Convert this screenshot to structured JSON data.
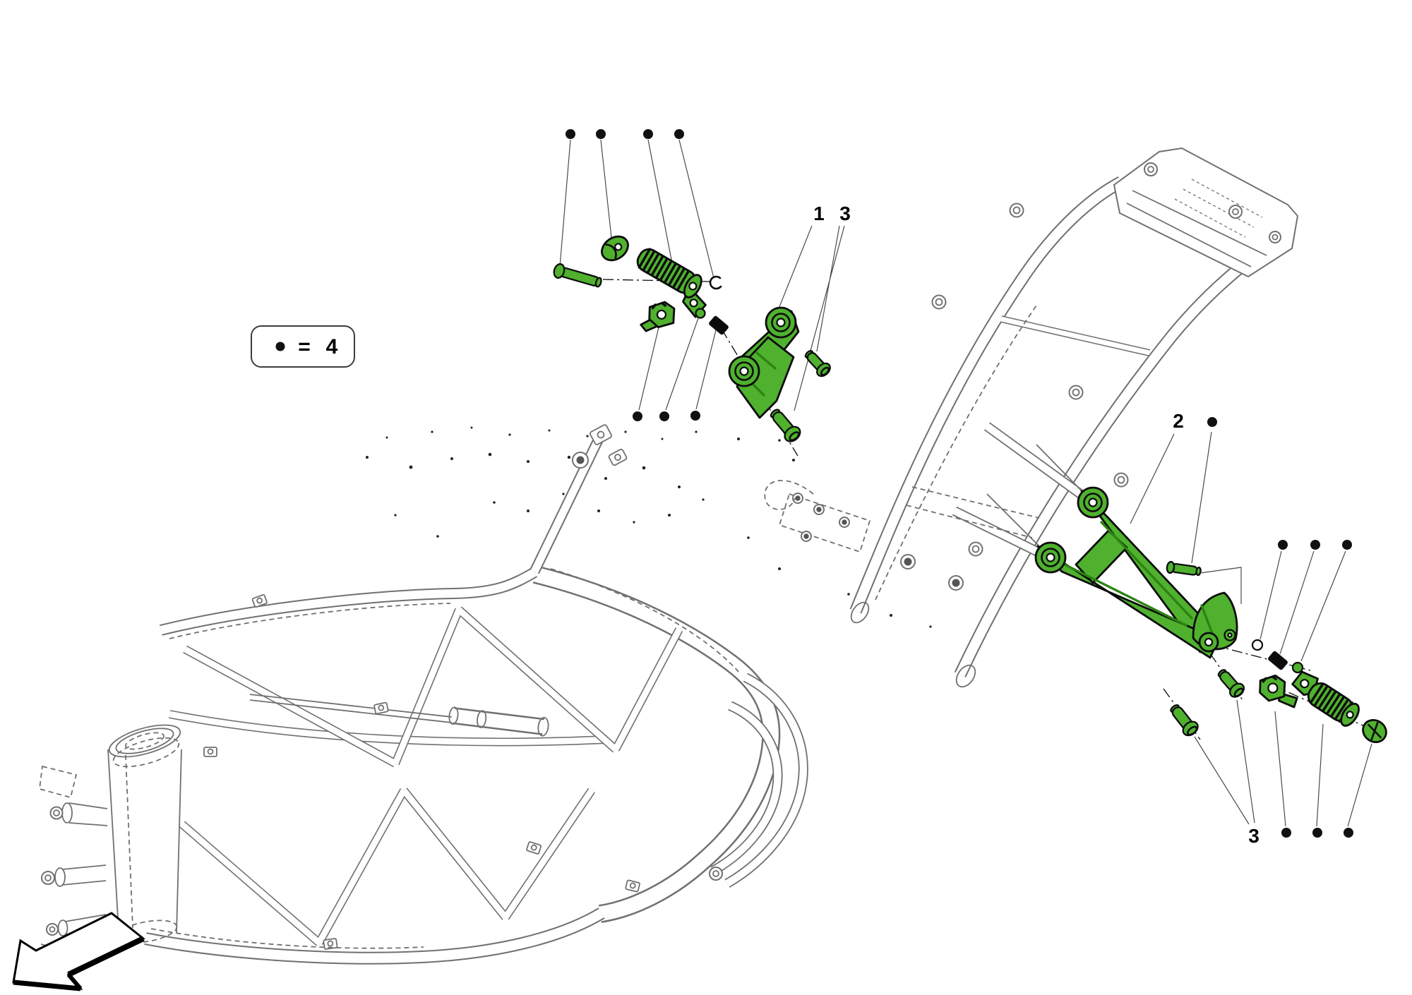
{
  "legend": {
    "equals": "=",
    "quantity": "4"
  },
  "callouts": {
    "part1": "1",
    "part3_upper": "3",
    "part2": "2",
    "part3_lower": "3"
  },
  "quantity_dots": {
    "upper_group": 4,
    "middle_group": 3,
    "right_group": 3,
    "bottom_group": 3,
    "part2_adjacent": 1
  },
  "colors": {
    "highlight_green": "#4fb12e",
    "highlight_green_dark": "#2e8313",
    "ink": "#0c0c0c",
    "frame_gray": "#707070",
    "leader_gray": "#4a4a4a",
    "background": "#ffffff"
  }
}
